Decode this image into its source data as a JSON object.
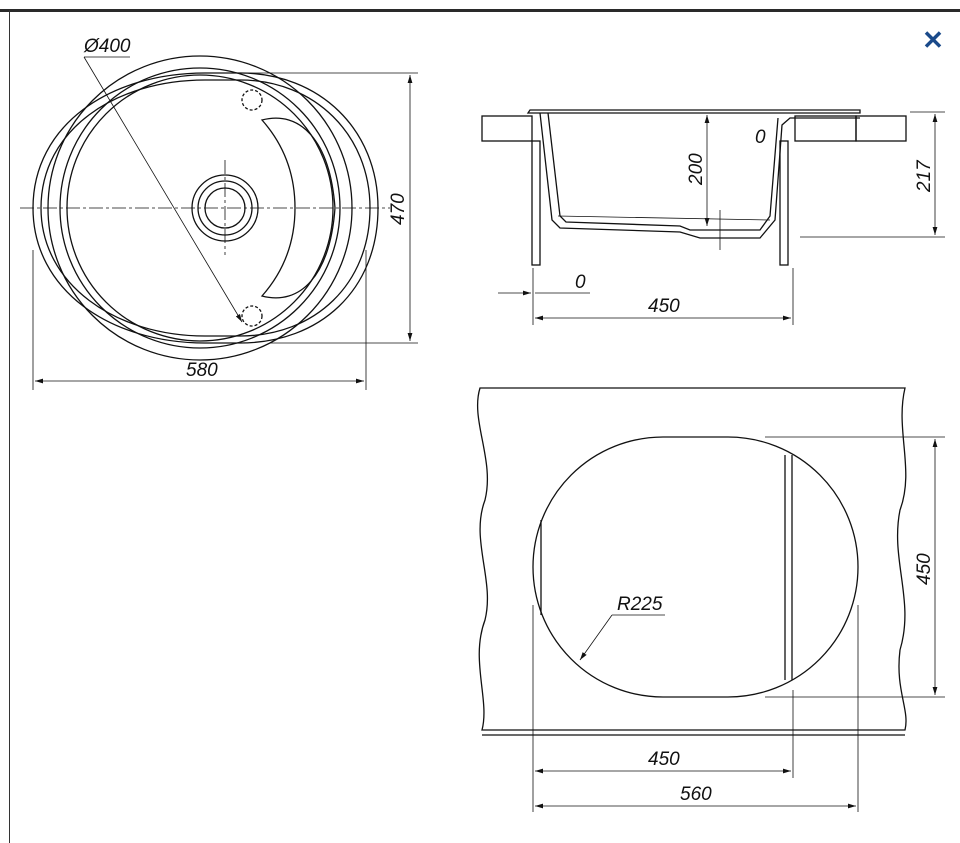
{
  "close_label": "✕",
  "top_view": {
    "diameter": "Ø400",
    "width": "580",
    "depth": "470"
  },
  "section_view": {
    "bowl_depth": "200",
    "total_depth": "217",
    "offset": "0",
    "width": "450",
    "overflow_mark": "0"
  },
  "cutout_view": {
    "radius": "R225",
    "height": "450",
    "width_inner": "450",
    "width_outer": "560"
  },
  "colors": {
    "close": "#1a4a8a",
    "line": "#111111"
  }
}
